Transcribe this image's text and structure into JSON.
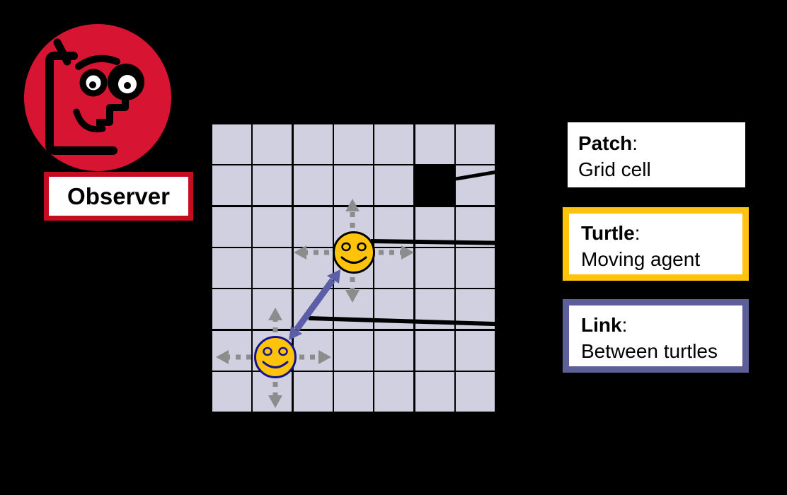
{
  "observer": {
    "label": "Observer"
  },
  "legend": {
    "items": [
      {
        "id": "patch",
        "term": "Patch",
        "colon": ":",
        "description": "Grid cell",
        "border_color": "#FFFFFF"
      },
      {
        "id": "turtle",
        "term": "Turtle",
        "colon": ":",
        "description": "Moving agent",
        "border_color": "#FFC20E"
      },
      {
        "id": "link",
        "term": "Link",
        "colon": ":",
        "description": "Between turtles",
        "border_color": "#5D5F9B"
      }
    ]
  },
  "grid": {
    "rows": 7,
    "cols": 7,
    "patch_cell": {
      "row": 1,
      "col": 5
    }
  },
  "agents": {
    "turtles": [
      {
        "id": "turtle-1",
        "outline": "#000000",
        "cell": {
          "row": 3,
          "col": 3
        }
      },
      {
        "id": "turtle-2",
        "outline": "#14148C",
        "cell": {
          "row": 5,
          "col": 1
        }
      }
    ],
    "link": {
      "between": [
        "turtle-1",
        "turtle-2"
      ],
      "color": "#5B5EA6"
    }
  },
  "colors": {
    "background": "#000000",
    "observer_red": "#D81433",
    "observer_box_border": "#C50D20",
    "grid_cell": "#D0D0E1",
    "grid_line": "#000000",
    "patch_fill": "#000000",
    "turtle_fill": "#FFC30B",
    "movement_arrow_gray": "#8C8C8C",
    "legend_turtle_border": "#FFC20E",
    "legend_link_border": "#5D5F9B",
    "link_color": "#5B5EA6"
  }
}
